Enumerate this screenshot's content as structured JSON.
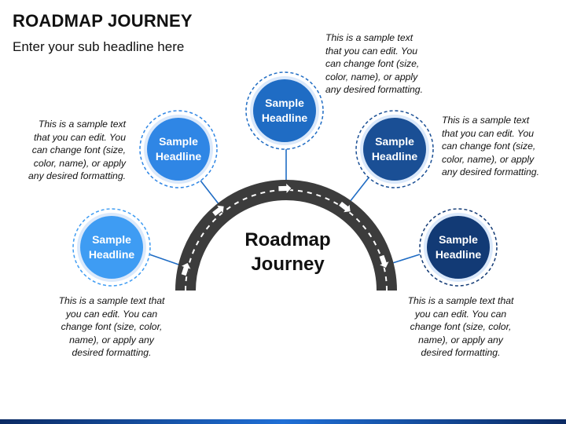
{
  "header": {
    "title": "ROADMAP JOURNEY",
    "subtitle": "Enter your sub headline here"
  },
  "center": {
    "line1": "Roadmap",
    "line2": "Journey"
  },
  "nodes": [
    {
      "line1": "Sample",
      "line2": "Headline",
      "color": "#3e9cf3",
      "desc": [
        "This is a sample text that",
        "you can edit. You can",
        "change font (size, color,",
        "name), or apply any",
        "desired formatting."
      ]
    },
    {
      "line1": "Sample",
      "line2": "Headline",
      "color": "#2f86e5",
      "desc": [
        "This is a sample text",
        "that you can edit. You",
        "can change font (size,",
        "color, name), or apply",
        "any desired formatting."
      ]
    },
    {
      "line1": "Sample",
      "line2": "Headline",
      "color": "#1f6cc4",
      "desc": [
        "This is a sample text",
        "that you can edit. You",
        "can change font (size,",
        "color, name), or apply",
        "any desired formatting."
      ]
    },
    {
      "line1": "Sample",
      "line2": "Headline",
      "color": "#1a4f95",
      "desc": [
        "This is a sample text",
        "that you can edit. You",
        "can change font (size,",
        "color, name), or apply",
        "any desired formatting."
      ]
    },
    {
      "line1": "Sample",
      "line2": "Headline",
      "color": "#123a75",
      "desc": [
        "This is a sample text that",
        "you can edit. You can",
        "change font (size, color,",
        "name), or apply any",
        "desired formatting."
      ]
    }
  ],
  "colors": {
    "road": "#3c3c3c",
    "road_dash": "#ffffff",
    "bottom_bar_dark": "#0b2a63",
    "bottom_bar_light": "#1f6fd6"
  }
}
